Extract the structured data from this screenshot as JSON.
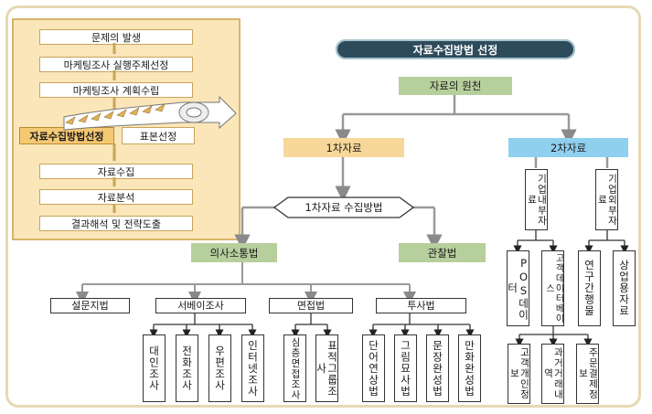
{
  "inset": {
    "steps": [
      "문제의 발생",
      "마케팅조사 실행주체선정",
      "마케팅조사 계획수립"
    ],
    "current_step": "자료수집방법선정",
    "side_step": "표본선정",
    "lower_steps": [
      "자료수집",
      "자료분석",
      "결과해석 및 전략도출"
    ]
  },
  "title": "자료수집방법 선정",
  "root": "자료의 원천",
  "primary": "1차자료",
  "secondary": "2차자료",
  "primary_methods": "1차자료 수집방법",
  "communication": "의사소통법",
  "observation": "관찰법",
  "groups": {
    "questionnaire": "설문지법",
    "survey": "서베이조사",
    "interview": "면접법",
    "projective": "투사법"
  },
  "survey_items": [
    "대인조사",
    "전화조사",
    "우편조사",
    "인터넷조사"
  ],
  "interview_items": [
    "심층면접조사",
    "표적그룹조사"
  ],
  "projective_items": [
    "단어연상법",
    "그림묘사법",
    "문장완성법",
    "만화완성법"
  ],
  "secondary_groups": [
    "기업내부자료",
    "기업외부자료"
  ],
  "internal_items": [
    "POS데이터",
    "고객데이터베이스"
  ],
  "external_items": [
    "연구간행물",
    "상업용자료"
  ],
  "customer_items": [
    "고객개인정보",
    "과거거래내역",
    "주문결제정보"
  ],
  "colors": {
    "primary_bg": "#f7d89a",
    "secondary_bg": "#8fd0ef",
    "green_bg": "#b7cf9c",
    "title_bg": "#2d4b5b"
  }
}
